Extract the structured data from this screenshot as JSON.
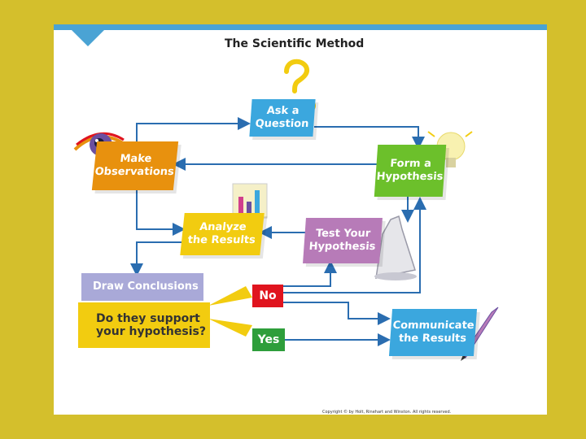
{
  "diagram": {
    "title": "The Scientific Method",
    "steps": {
      "ask": {
        "line1": "Ask a",
        "line2": "Question"
      },
      "observe": {
        "line1": "Make",
        "line2": "Observations"
      },
      "hypothesis": {
        "line1": "Form a",
        "line2": "Hypothesis"
      },
      "analyze": {
        "line1": "Analyze",
        "line2": "the Results"
      },
      "test": {
        "line1": "Test Your",
        "line2": "Hypothesis"
      },
      "conclude": {
        "label": "Draw Conclusions"
      },
      "question": {
        "line1": "Do they support",
        "line2": "your hypothesis?"
      },
      "no": {
        "label": "No"
      },
      "yes": {
        "label": "Yes"
      },
      "communicate": {
        "line1": "Communicate",
        "line2": "the Results"
      }
    },
    "copyright": "Copyright © by Holt, Rinehart and Winston. All rights reserved."
  },
  "colors": {
    "background": "#D4BF2C",
    "blue": "#3BA7DE",
    "orange": "#E8910E",
    "green": "#6CC02B",
    "yellow": "#F2CC10",
    "purple": "#B77BB8",
    "lavender": "#A9A9D8",
    "red": "#E0141E",
    "darkgreen": "#2E9E3B",
    "arrow": "#2A6DB0"
  }
}
